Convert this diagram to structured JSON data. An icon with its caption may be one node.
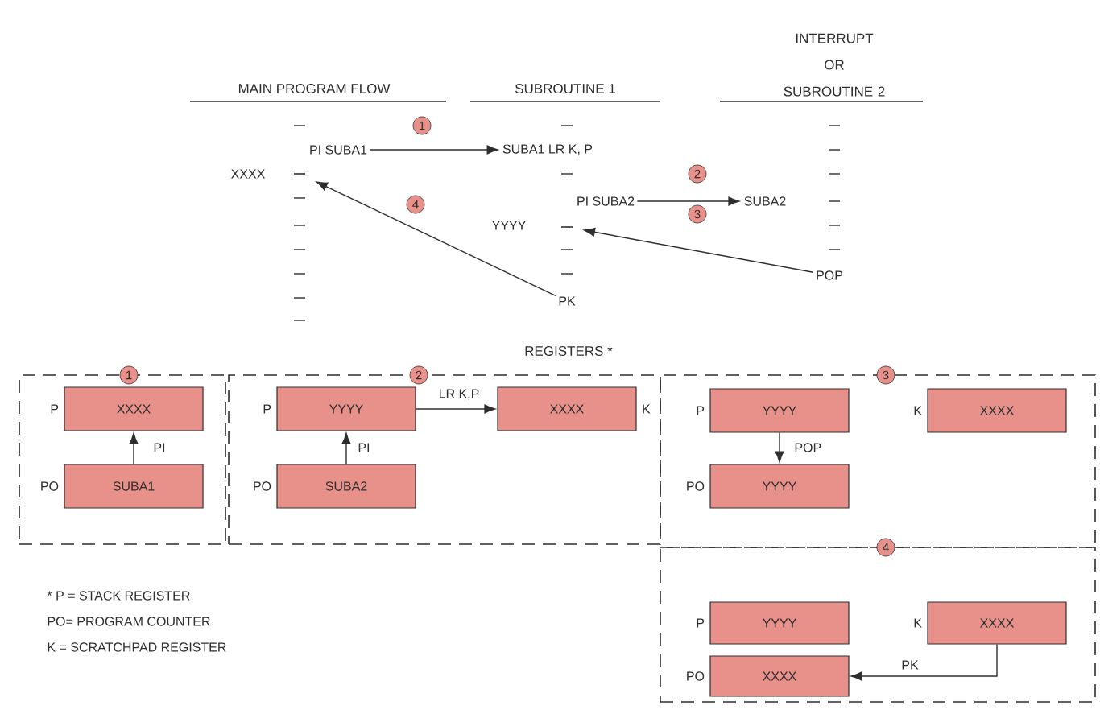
{
  "diagram": {
    "nodes": [
      {
        "text": [
          "1"
        ]
      },
      {
        "text": [
          "PI SUBA1"
        ]
      },
      {
        "text": [
          "SUBA1 LR K, P"
        ]
      },
      {
        "text": [],
        "shape": "bar"
      },
      {
        "text": [
          "4"
        ]
      },
      {
        "text": [
          "2"
        ]
      },
      {
        "text": [
          "PI SUBA2"
        ]
      },
      {
        "text": [
          "SUBA2"
        ]
      },
      {
        "text": [],
        "shape": "bar"
      },
      {
        "text": [
          "3"
        ]
      },
      {
        "text": [
          "POP"
        ]
      },
      {
        "text": [
          "PK"
        ]
      },
      {
        "text": [
          "1"
        ]
      },
      {
        "text": [],
        "shape": "box"
      },
      {
        "text": [
          "XXXX"
        ],
        "beside": [
          "P"
        ],
        "in": 13
      },
      {
        "text": [
          "SUBA1"
        ],
        "beside": [
          "PO"
        ],
        "in": 13
      },
      {
        "text": [
          "2"
        ]
      },
      {
        "text": [],
        "shape": "box"
      },
      {
        "text": [
          "YYYY"
        ],
        "beside": [
          "P"
        ],
        "in": 17
      },
      {
        "text": [
          "XXXX"
        ],
        "beside": [
          "K"
        ],
        "in": 17
      },
      {
        "text": [
          "SUBA2"
        ],
        "beside": [
          "PO"
        ],
        "in": 17
      },
      {
        "text": [
          "3"
        ]
      },
      {
        "text": [],
        "shape": "box"
      },
      {
        "text": [
          "YYYY"
        ],
        "beside": [
          "P"
        ],
        "in": 22
      },
      {
        "text": [
          "XXXX"
        ],
        "beside": [
          "K"
        ],
        "in": 22
      },
      {
        "text": [
          "YYYY"
        ],
        "beside": [
          "PO"
        ],
        "in": 22
      },
      {
        "text": [
          "4"
        ]
      },
      {
        "text": [],
        "shape": "box"
      },
      {
        "text": [
          "YYYY"
        ],
        "beside": [
          "P"
        ],
        "in": 27
      },
      {
        "text": [
          "XXXX"
        ],
        "beside": [
          "K"
        ],
        "in": 27
      },
      {
        "text": [
          "XXXX"
        ],
        "beside": [
          "PO"
        ],
        "in": 27
      }
    ],
    "edges": [
      {
        "from": 1,
        "to": 2,
        "arrow": "to"
      },
      {
        "from": 6,
        "to": 7,
        "arrow": "to"
      },
      {
        "from": 10,
        "to": 8,
        "arrow": "to"
      },
      {
        "from": 11,
        "to": 3,
        "arrow": "to"
      },
      {
        "from": 15,
        "to": 14,
        "arrow": "to",
        "label": "PI"
      },
      {
        "from": 20,
        "to": 18,
        "arrow": "to",
        "label": "PI"
      },
      {
        "from": 18,
        "to": 19,
        "arrow": "to",
        "label": "LR K,P"
      },
      {
        "from": 23,
        "to": 25,
        "arrow": "to",
        "label": "POP"
      },
      {
        "from": 29,
        "to": 30,
        "arrow": "to",
        "label": "PK"
      }
    ],
    "labels": [
      "MAIN PROGRAM FLOW",
      "SUBROUTINE 1",
      "INTERRUPT OR SUBROUTINE 2",
      "XXXX",
      "YYYY",
      "REGISTERS *",
      "* P = STACK REGISTER",
      "PO= PROGRAM COUNTER",
      "K = SCRATCHPAD REGISTER"
    ]
  }
}
